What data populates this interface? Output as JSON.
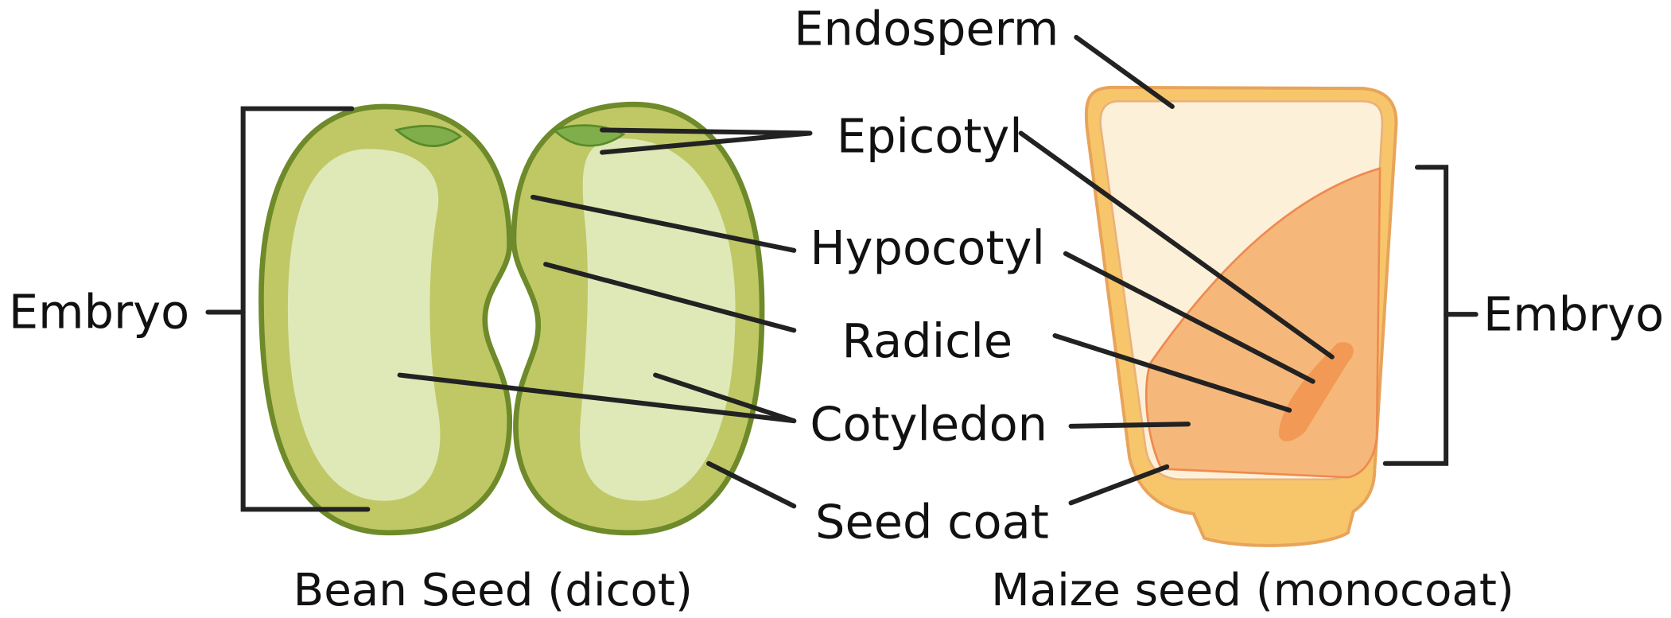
{
  "labels": {
    "endosperm": "Endosperm",
    "epicotyl": "Epicotyl",
    "hypocotyl": "Hypocotyl",
    "radicle": "Radicle",
    "cotyledon": "Cotyledon",
    "seed_coat": "Seed coat",
    "embryo_left": "Embryo",
    "embryo_right": "Embryo"
  },
  "captions": {
    "bean": "Bean Seed (dicot)",
    "maize": "Maize seed (monocoat)"
  },
  "colors": {
    "bean_coat": "#8aa33a",
    "bean_body": "#bfc865",
    "bean_cotyledon": "#dfe9b8",
    "maize_coat": "#f7c66a",
    "maize_endosperm": "#fdf0d9",
    "maize_embryo": "#f6b87a",
    "maize_embryo_axis": "#f29a55"
  }
}
